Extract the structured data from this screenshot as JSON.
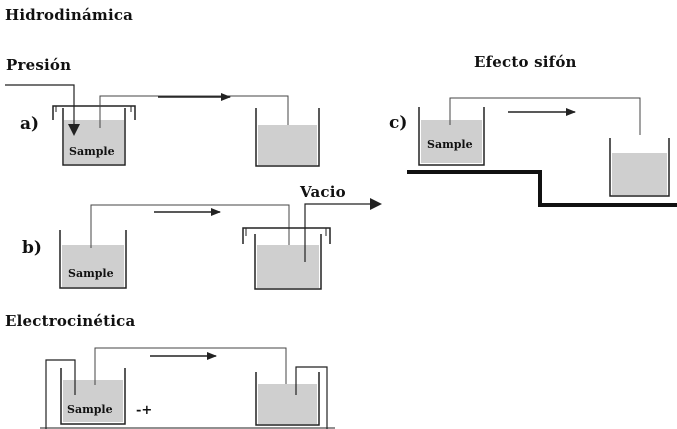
{
  "headings": {
    "hydro": "Hidrodinámica",
    "pressure": "Presión",
    "siphon": "Efecto sifón",
    "vacuum": "Vacio",
    "electro": "Electrocinética"
  },
  "panel_labels": {
    "a": "a)",
    "b": "b)",
    "c": "c)"
  },
  "sample_label": "Sample",
  "polarity": "-+",
  "colors": {
    "liquid": "#cfcfcf",
    "line": "#222222",
    "background": "#ffffff"
  }
}
